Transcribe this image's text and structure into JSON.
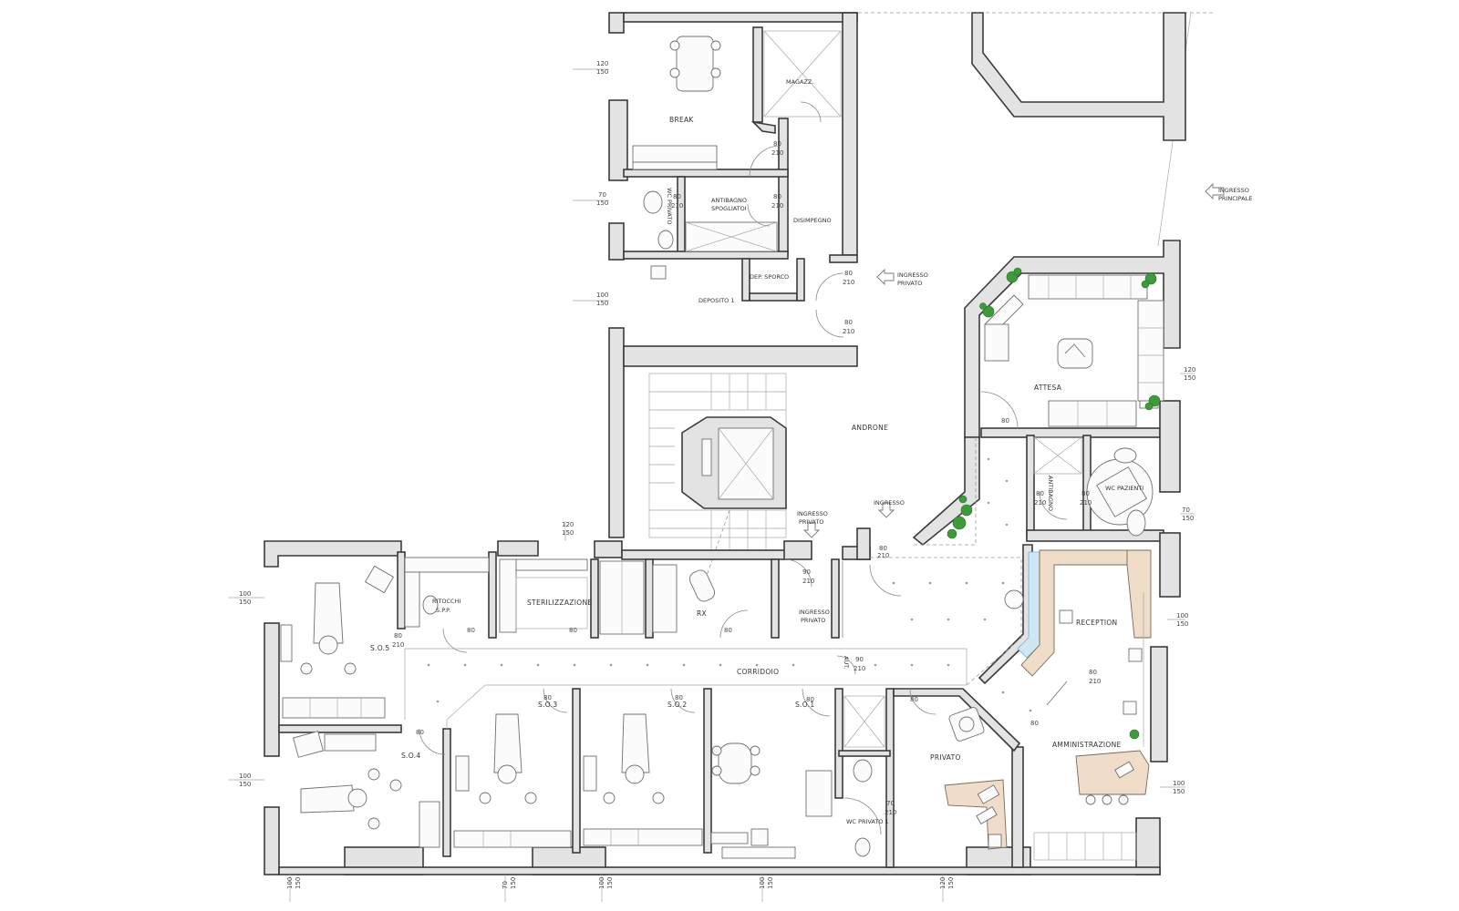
{
  "rooms": {
    "break": "BREAK",
    "magazzino": "MAGAZZ.",
    "antibagno": "ANTIBAGNO",
    "spogliatoio": "SPOGLIATOI",
    "disimpegno": "DISIMPEGNO",
    "wc_privato_top": "WC PRIVATO",
    "deposito_sporco": "DEP. SPORCO",
    "deposito": "DEPOSITO 1",
    "androne": "ANDRONE",
    "attesa": "ATTESA",
    "antibagno_right": "ANTIBAGNO",
    "wc_pazienti": "WC PAZIENTI",
    "reception": "RECEPTION",
    "amministrazione": "AMMINISTRAZIONE",
    "privato": "PRIVATO",
    "wc_privato_bottom": "WC PRIVATO 1",
    "corridoio": "CORRIDOIO",
    "so1": "S.O.1",
    "so2": "S.O.2",
    "so3": "S.O.3",
    "so4": "S.O.4",
    "so5": "S.O.5",
    "ritocchi_1": "RITOCCHI",
    "ritocchi_2": "S.P.P.",
    "sterilizzazione": "STERILIZZAZIONE",
    "rx": "RX",
    "aut": "AUT."
  },
  "entrances": {
    "principale_1": "INGRESSO",
    "principale_2": "PRINCIPALE",
    "privato_top_1": "INGRESSO",
    "privato_top_2": "PRIVATO",
    "privato_mid_1": "INGRESSO",
    "privato_mid_2": "PRIVATO",
    "ingresso": "INGRESSO",
    "privato_corr_1": "INGRESSO",
    "privato_corr_2": "PRIVATO"
  },
  "doors": {
    "d80": "80",
    "d90": "90",
    "d70": "70",
    "h210": "210"
  },
  "windows": {
    "w_120": "120",
    "w_150": "150",
    "w_70": "70",
    "w_100": "100"
  }
}
